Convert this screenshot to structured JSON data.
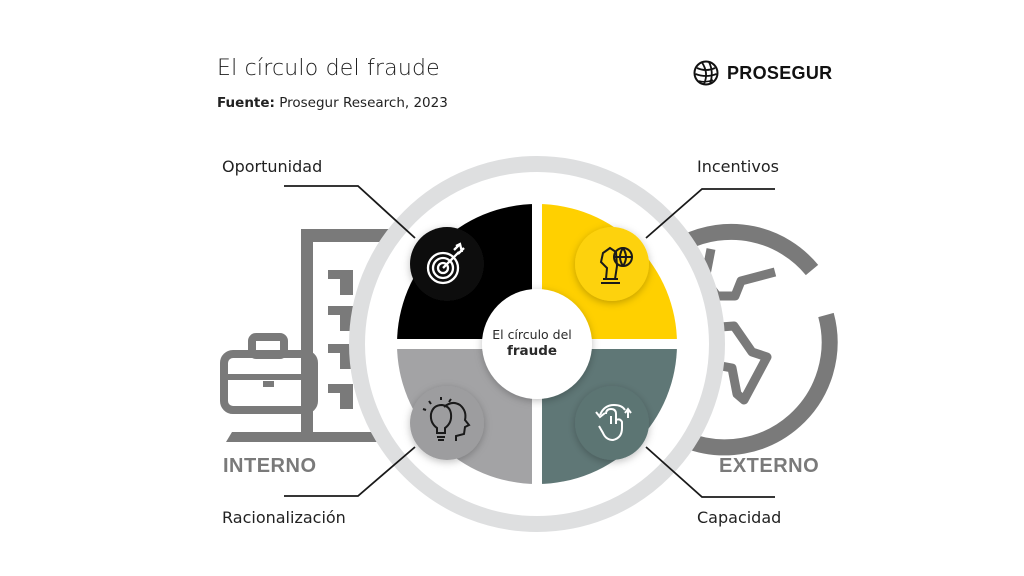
{
  "header": {
    "title": "El círculo del fraude",
    "source_label": "Fuente:",
    "source_value": " Prosegur Research, 2023",
    "logo_text": "PROSEGUR"
  },
  "diagram": {
    "center": {
      "line1": "El círculo del",
      "line2": "fraude"
    },
    "quadrants": [
      {
        "label": "Oportunidad",
        "position": "top-left",
        "color": "#000000",
        "icon": "target-arrow-icon"
      },
      {
        "label": "Incentivos",
        "position": "top-right",
        "color": "#FFD000",
        "icon": "chess-knight-globe-icon"
      },
      {
        "label": "Racionalización",
        "position": "bottom-left",
        "color": "#A3A3A5",
        "icon": "lightbulb-head-icon"
      },
      {
        "label": "Capacidad",
        "position": "bottom-right",
        "color": "#5F7776",
        "icon": "hand-touch-rotate-icon"
      }
    ],
    "sides": {
      "left": "INTERNO",
      "right": "EXTERNO"
    },
    "ring_color": "#DEDEDF",
    "background_icon_color": "#7A7A7A"
  }
}
